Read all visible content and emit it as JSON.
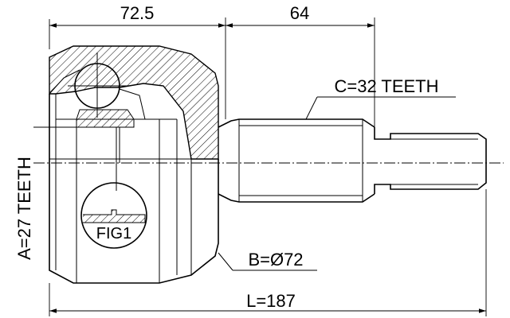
{
  "dimensions": {
    "top_left": "72.5",
    "top_right": "64",
    "overall_length": "L=187",
    "outer_diameter": "B=Ø72",
    "inner_spline": "A=27 TEETH",
    "outer_spline": "C=32 TEETH"
  },
  "detail_label": "FIG1",
  "colors": {
    "line": "#000000",
    "background": "#ffffff"
  }
}
